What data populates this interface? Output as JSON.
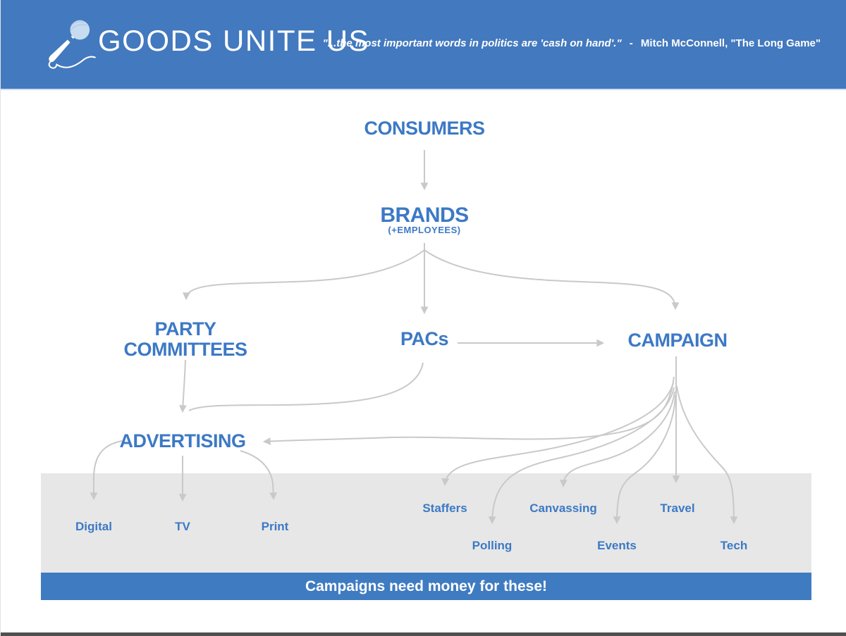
{
  "header": {
    "brand": "GOODS UNITE US",
    "logo_icon": "microphone-icon",
    "quote": "\"...the most important words in politics are 'cash on hand'.\"",
    "separator": "-",
    "attribution": "Mitch McConnell, \"The Long Game\""
  },
  "labels": {
    "consumers": "CONSUMERS",
    "brands": "BRANDS",
    "brands_sub": "(+EMPLOYEES)",
    "party_committees": "PARTY COMMITTEES",
    "pacs": "PACs",
    "campaign": "CAMPAIGN",
    "advertising": "ADVERTISING",
    "digital": "Digital",
    "tv": "TV",
    "print": "Print",
    "staffers": "Staffers",
    "polling": "Polling",
    "canvassing": "Canvassing",
    "events": "Events",
    "travel": "Travel",
    "tech": "Tech"
  },
  "banner": {
    "text": "Campaigns need money for these!"
  },
  "edges": [
    {
      "from": "CONSUMERS",
      "to": "BRANDS (+EMPLOYEES)"
    },
    {
      "from": "BRANDS (+EMPLOYEES)",
      "to": "PARTY COMMITTEES"
    },
    {
      "from": "BRANDS (+EMPLOYEES)",
      "to": "PACs"
    },
    {
      "from": "BRANDS (+EMPLOYEES)",
      "to": "CAMPAIGN"
    },
    {
      "from": "PACs",
      "to": "CAMPAIGN"
    },
    {
      "from": "PARTY COMMITTEES",
      "to": "ADVERTISING"
    },
    {
      "from": "PACs",
      "to": "ADVERTISING"
    },
    {
      "from": "CAMPAIGN",
      "to": "ADVERTISING"
    },
    {
      "from": "ADVERTISING",
      "to": "Digital"
    },
    {
      "from": "ADVERTISING",
      "to": "TV"
    },
    {
      "from": "ADVERTISING",
      "to": "Print"
    },
    {
      "from": "CAMPAIGN",
      "to": "Staffers"
    },
    {
      "from": "CAMPAIGN",
      "to": "Polling"
    },
    {
      "from": "CAMPAIGN",
      "to": "Canvassing"
    },
    {
      "from": "CAMPAIGN",
      "to": "Events"
    },
    {
      "from": "CAMPAIGN",
      "to": "Travel"
    },
    {
      "from": "CAMPAIGN",
      "to": "Tech"
    }
  ],
  "colors": {
    "header_blue": "#4379BE",
    "banner_blue": "#3F7BC1",
    "node_text_blue": "#3C79C5",
    "arrow_gray": "#C9C9C9",
    "band_gray": "#E7E7E7",
    "bottom_line": "#4F4F4F"
  }
}
